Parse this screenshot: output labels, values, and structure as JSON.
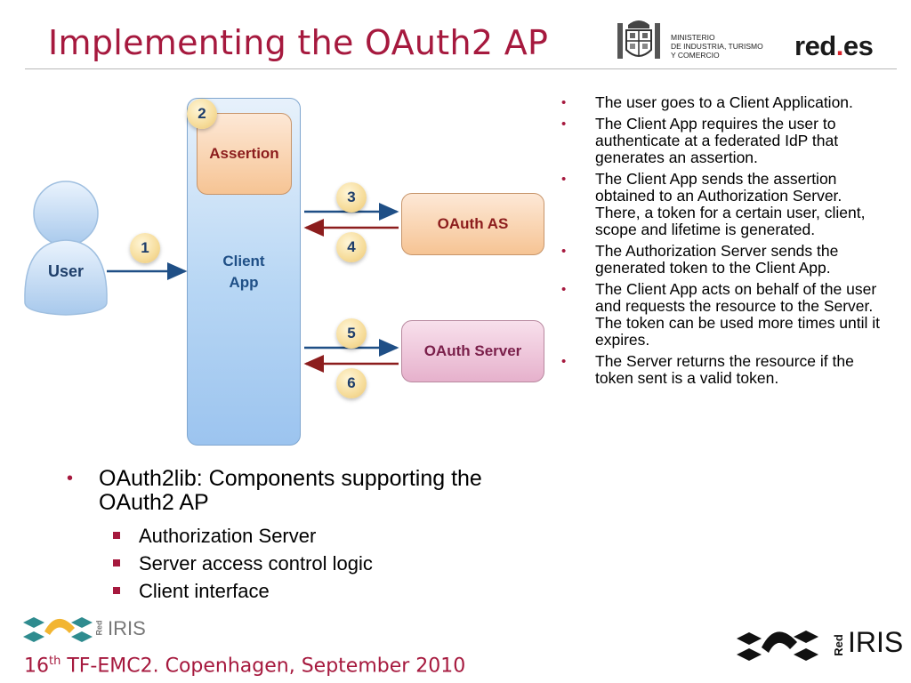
{
  "slide": {
    "title": "Implementing the OAuth2 AP"
  },
  "header_logos": {
    "ministry_lines": [
      "MINISTERIO",
      "DE INDUSTRIA, TURISMO",
      "Y COMERCIO"
    ],
    "redes_main": "red",
    "redes_dot": ".",
    "redes_tail": "es"
  },
  "diagram": {
    "user_label": "User",
    "client_app_line1": "Client",
    "client_app_line2": "App",
    "assertion_label": "Assertion",
    "oauth_as_label": "OAuth AS",
    "oauth_server_label": "OAuth Server",
    "steps": [
      "1",
      "2",
      "3",
      "4",
      "5",
      "6"
    ]
  },
  "right_bullets": [
    "The user goes to a Client Application.",
    "The Client App requires the user to authenticate at a federated IdP that generates an assertion.",
    "The Client App sends the assertion obtained to an Authorization Server. There, a token for a certain user, client, scope and lifetime is generated.",
    "The Authorization Server sends the generated token to the Client App.",
    "The Client App acts on behalf of the user and requests the resource to the Server. The token can be used more times until it expires.",
    "The Server returns the resource if the token sent is a valid token."
  ],
  "left_list": {
    "main": "OAuth2lib: Components supporting the OAuth2 AP",
    "sub": [
      "Authorization Server",
      "Server access control logic",
      "Client interface"
    ]
  },
  "footer": {
    "prefix": "16",
    "sup": "th",
    "rest": " TF-EMC2. Copenhagen, September 2010"
  },
  "rediris": {
    "red": "Red",
    "iris": "IRIS"
  },
  "colors": {
    "accent": "#a6193e",
    "client_app_fill": "#b7d6f4",
    "orange_box": "#f6c494",
    "pink_box": "#e6b1cc",
    "arrow_blue": "#1f4f86",
    "arrow_red": "#8c1d1d"
  }
}
